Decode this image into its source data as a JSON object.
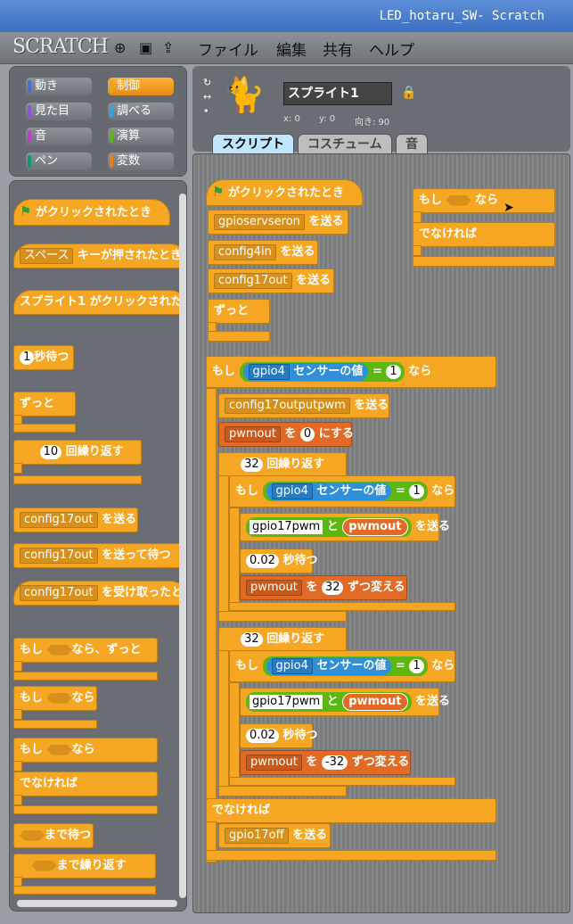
{
  "window": {
    "title": "LED_hotaru_SW- Scratch"
  },
  "menu": {
    "logo": "SCRATCH",
    "items": [
      "ファイル",
      "編集",
      "共有",
      "ヘルプ"
    ]
  },
  "categories": [
    {
      "label": "動き",
      "color": "#4a6cd4"
    },
    {
      "label": "制御",
      "color": "#e1a91a"
    },
    {
      "label": "見た目",
      "color": "#8a55d7"
    },
    {
      "label": "調べる",
      "color": "#2ca5e2"
    },
    {
      "label": "音",
      "color": "#bb42c3"
    },
    {
      "label": "演算",
      "color": "#5cb712"
    },
    {
      "label": "ペン",
      "color": "#0e9a6c"
    },
    {
      "label": "変数",
      "color": "#ee7d16"
    }
  ],
  "palette": {
    "flag_hat": "がクリックされたとき",
    "key_hat": {
      "key": "スペース",
      "text": "キーが押されたとき"
    },
    "sprite_hat": "スプライト1 がクリックされたとき",
    "wait": {
      "value": "1",
      "text": "秒待つ"
    },
    "forever": "ずっと",
    "repeat": {
      "value": "10",
      "text": "回繰り返す"
    },
    "broadcast": {
      "msg": "config17out",
      "text": "を送る"
    },
    "broadcast_wait": {
      "msg": "config17out",
      "text": "を送って待つ"
    },
    "when_receive": {
      "msg": "config17out",
      "text": "を受け取ったとき"
    },
    "if_forever": {
      "pre": "もし",
      "post": "なら、ずっと"
    },
    "if": {
      "pre": "もし",
      "post": "なら"
    },
    "if_else": {
      "pre": "もし",
      "post": "なら",
      "else": "でなければ"
    },
    "wait_until": "まで待つ",
    "repeat_until": "まで繰り返す"
  },
  "sprite": {
    "name": "スプライト1",
    "x_label": "x: 0",
    "y_label": "y: 0",
    "dir_label": "向き: 90"
  },
  "tabs": [
    "スクリプト",
    "コスチューム",
    "音"
  ],
  "script": {
    "flag": "がクリックされたとき",
    "send": "を送る",
    "msg1": "gpioservseron",
    "msg2": "config4in",
    "msg3": "config17out",
    "forever": "ずっと",
    "if_pre": "もし",
    "if_post": "なら",
    "else": "でなければ",
    "sensor_var": "gpio4",
    "sensor_text": "センサーの値",
    "eq": "=",
    "one": "1",
    "msg4": "config17outputpwm",
    "var": "pwmout",
    "set_to": "を",
    "set_val": "0",
    "set_text": "にする",
    "rep_count": "32",
    "rep_text": "回繰り返す",
    "join_a": "gpio17pwm",
    "join_and": "と",
    "join_b": "pwmout",
    "wait_val": "0.02",
    "wait_text": "秒待つ",
    "change_by": "を",
    "change_up": "32",
    "change_down": "-32",
    "change_text": "ずつ変える",
    "msg5": "gpio17off"
  },
  "floating_if_else": {
    "pre": "もし",
    "post": "なら",
    "else": "でなければ"
  }
}
